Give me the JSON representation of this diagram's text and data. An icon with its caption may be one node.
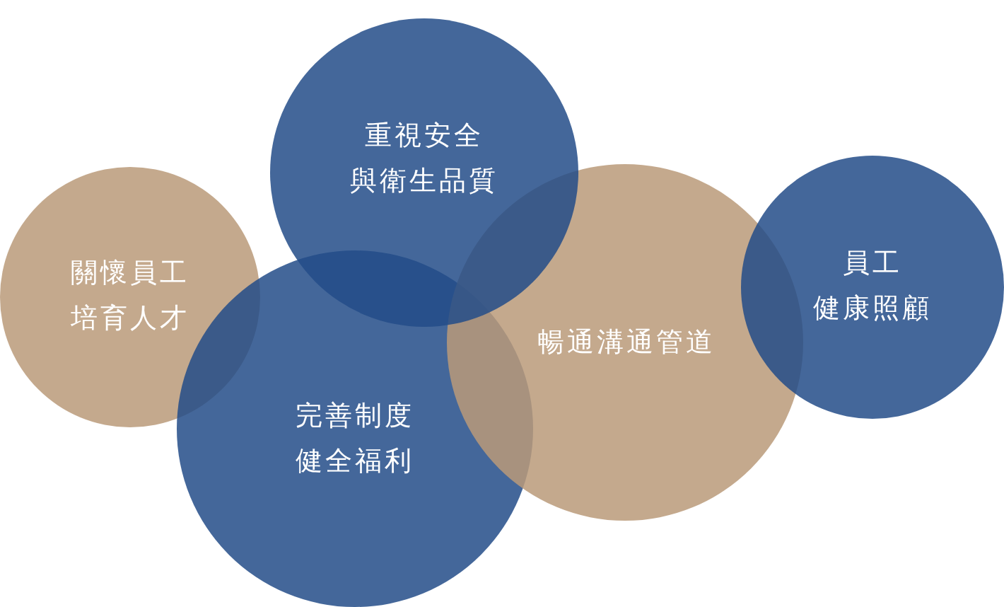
{
  "diagram": {
    "nodes": [
      {
        "text": [
          "重視安全與衛生品質"
        ]
      },
      {
        "text": [
          "關懷員工培育人才"
        ]
      },
      {
        "text": [
          "完善制度健全福利"
        ]
      },
      {
        "text": [
          "暢通溝通管道"
        ]
      },
      {
        "text": [
          "員工健康照顧"
        ]
      }
    ]
  }
}
